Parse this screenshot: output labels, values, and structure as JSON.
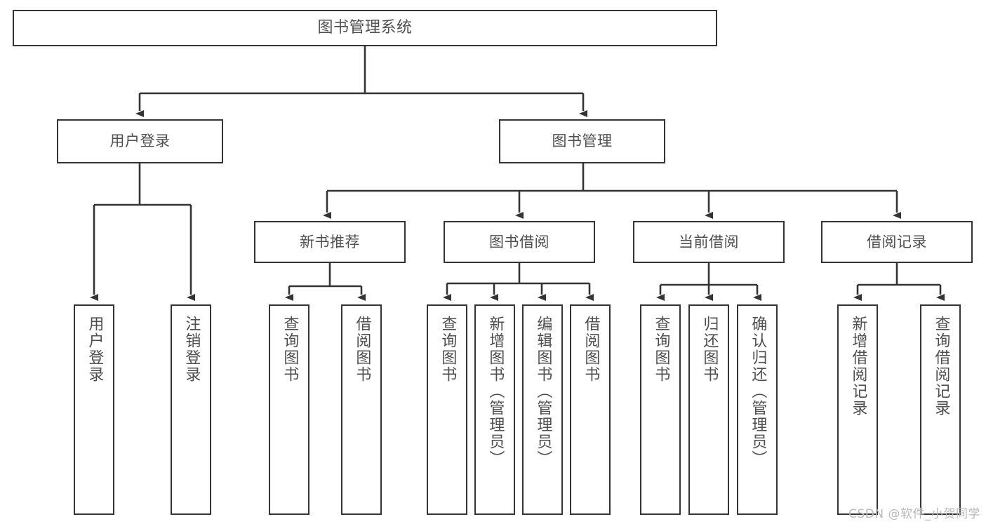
{
  "diagram": {
    "title": "图书管理系统",
    "watermark": "CSDN @软件_小贺同学",
    "line_color": "#343434",
    "text_color": "#4f4f4f",
    "background": "#ffffff",
    "root": {
      "label": "图书管理系统"
    },
    "level2": [
      {
        "label": "用户登录"
      },
      {
        "label": "图书管理"
      }
    ],
    "level3": [
      {
        "label": "新书推荐"
      },
      {
        "label": "图书借阅"
      },
      {
        "label": "当前借阅"
      },
      {
        "label": "借阅记录"
      }
    ],
    "leaves": {
      "user_login": [
        {
          "label": "用户登录"
        },
        {
          "label": "注销登录"
        }
      ],
      "new_book": [
        {
          "label": "查询图书"
        },
        {
          "label": "借阅图书"
        }
      ],
      "book_borrow": [
        {
          "label": "查询图书"
        },
        {
          "label": "新增图书（管理员）"
        },
        {
          "label": "编辑图书（管理员）"
        },
        {
          "label": "借阅图书"
        }
      ],
      "current_borrow": [
        {
          "label": "查询图书"
        },
        {
          "label": "归还图书"
        },
        {
          "label": "确认归还（管理员）"
        }
      ],
      "borrow_record": [
        {
          "label": "新增借阅记录"
        },
        {
          "label": "查询借阅记录"
        }
      ]
    }
  }
}
